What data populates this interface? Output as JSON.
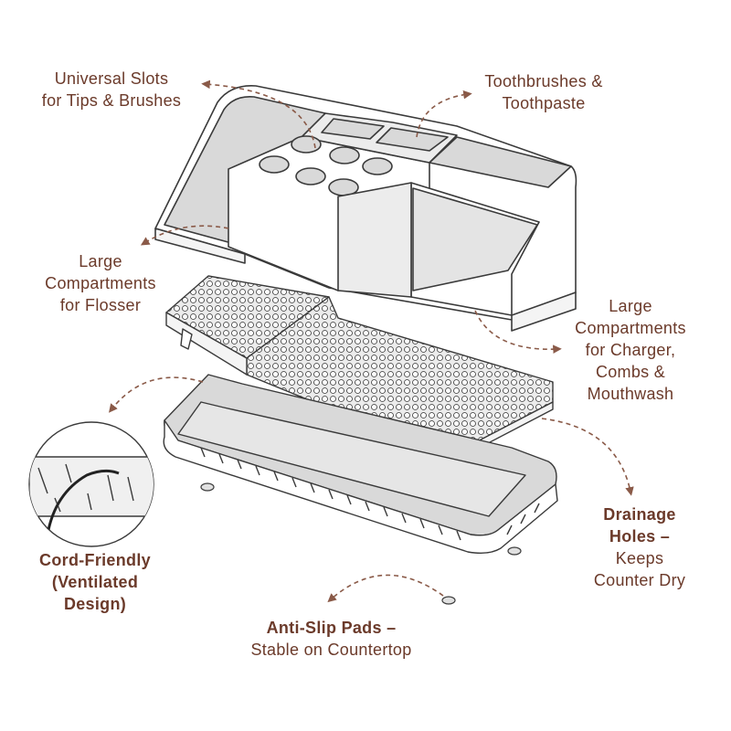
{
  "colors": {
    "text": "#6b3a2a",
    "arrow": "#8a5a48",
    "outline": "#3a3a3a",
    "shade": "#d9d9d9",
    "light": "#f4f4f4",
    "background": "#ffffff"
  },
  "callouts": {
    "universal_slots": {
      "line1": "Universal Slots",
      "line2": "for Tips & Brushes"
    },
    "toothbrushes": {
      "line1": "Toothbrushes &",
      "line2": "Toothpaste"
    },
    "flosser": {
      "line1": "Large",
      "line2": "Compartments",
      "line3": "for Flosser"
    },
    "charger": {
      "line1": "Large",
      "line2": "Compartments",
      "line3": "for Charger,",
      "line4": "Combs &",
      "line5": "Mouthwash"
    },
    "drainage": {
      "title1": "Drainage",
      "title2": "Holes –",
      "line1": "Keeps",
      "line2": "Counter Dry"
    },
    "cord": {
      "title1": "Cord-Friendly",
      "title2": "(Ventilated",
      "title3": "Design)"
    },
    "antislip": {
      "title": "Anti-Slip Pads –",
      "line1": "Stable on Countertop"
    }
  },
  "icons": [
    "dashed-arrow-icon",
    "cord-detail-icon"
  ]
}
